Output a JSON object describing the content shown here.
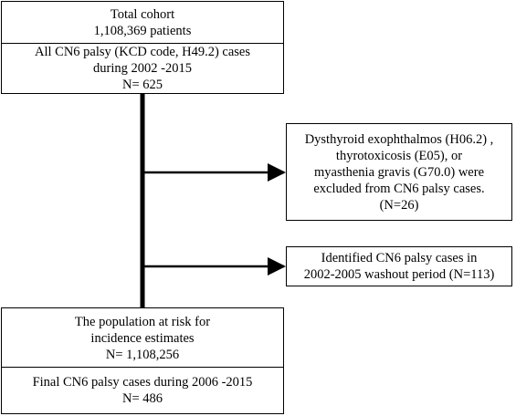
{
  "boxes": {
    "total_cohort": {
      "lines": [
        "Total cohort",
        "1,108,369 patients"
      ]
    },
    "all_cn6": {
      "lines": [
        "All CN6 palsy (KCD code, H49.2) cases",
        "during  2002 -2015",
        "N= 625"
      ]
    },
    "excluded": {
      "lines": [
        "Dysthyroid exophthalmos (H06.2) ,",
        "thyrotoxicosis  (E05), or",
        "myasthenia  gravis  (G70.0) were",
        "excluded from CN6 palsy cases.",
        "(N=26)"
      ]
    },
    "washout": {
      "lines": [
        "Identified  CN6 palsy cases in",
        "2002-2005 washout period (N=113)"
      ]
    },
    "population_at_risk": {
      "lines": [
        "The population  at risk for",
        "incidence  estimates",
        "N= 1,108,256"
      ]
    },
    "final": {
      "lines": [
        "Final  CN6 palsy cases during  2006 -2015",
        "N= 486"
      ]
    }
  },
  "colors": {
    "line": "#000000",
    "box_border": "#000000",
    "background": "#ffffff"
  }
}
